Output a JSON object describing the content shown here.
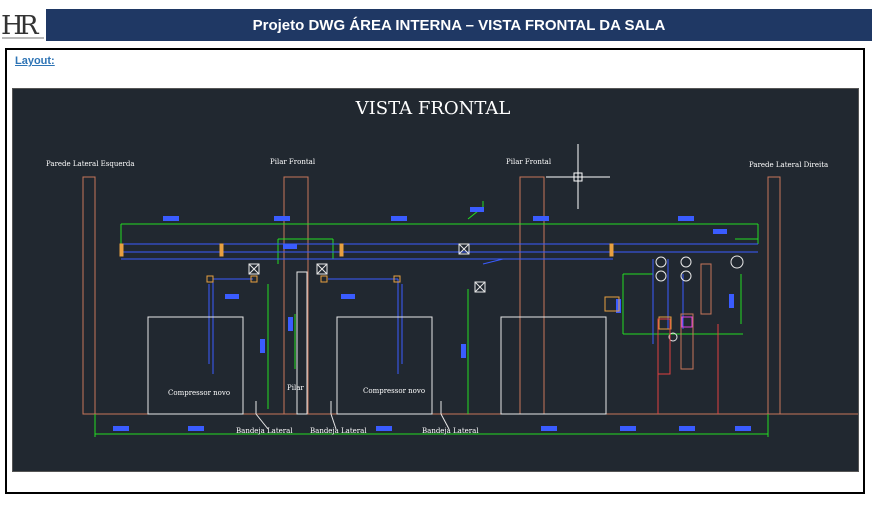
{
  "header": {
    "title": "Projeto DWG ÁREA INTERNA – VISTA FRONTAL DA SALA",
    "logo_text": "HR"
  },
  "section": {
    "label": "Layout:"
  },
  "drawing": {
    "title": "VISTA FRONTAL",
    "labels": {
      "left_wall": "Parede Lateral Esquerda",
      "pillar_1": "Pilar Frontal",
      "pillar_2": "Pilar Frontal",
      "right_wall": "Parede Lateral Direita",
      "compressor_1": "Compressor novo",
      "compressor_2": "Compressor novo",
      "pilar": "Pilar",
      "tray_1": "Bandeja Lateral",
      "tray_2": "Bandeja Lateral",
      "tray_3": "Bandeja Lateral"
    }
  },
  "colors": {
    "banner": "#1f3864",
    "cad_background": "#212830",
    "walls": "#c8765a",
    "dimensions": "#22dd22",
    "pipes": "#3a5cff",
    "fittings": "#e8a040",
    "outlines": "#e8e8e8",
    "red": "#e04040",
    "magenta": "#e040e0",
    "link": "#2e74b5"
  }
}
